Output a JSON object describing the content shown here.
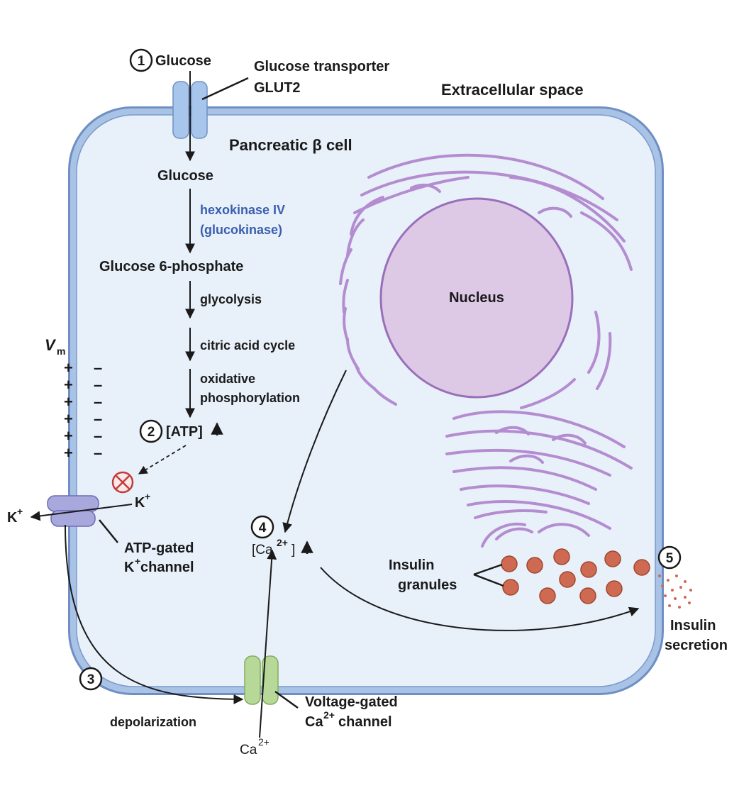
{
  "colors": {
    "cell_fill": "#e8f0fa",
    "membrane": "#9bb8df",
    "membrane_edge": "#6f8fc4",
    "nucleus_fill": "#ddc8e6",
    "nucleus_edge": "#9a6fba",
    "er": "#b48cd0",
    "granule": "#cf6a52",
    "granule_edge": "#a2452f",
    "k_channel": "#a9a8dc",
    "ca_channel": "#b8d89a",
    "glut2": "#a8c6ec",
    "enzyme_text": "#3a5fb0",
    "inhibit": "#c43a3a"
  },
  "regions": {
    "extracellular": "Extracellular space",
    "cell": "Pancreatic β cell",
    "nucleus": "Nucleus"
  },
  "pathway": {
    "glucose_outside": "Glucose",
    "transporter_line1": "Glucose transporter",
    "transporter_line2": "GLUT2",
    "glucose_inside": "Glucose",
    "enzyme_line1": "hexokinase IV",
    "enzyme_line2": "(glucokinase)",
    "g6p": "Glucose 6-phosphate",
    "step_glycolysis": "glycolysis",
    "step_citric": "citric acid cycle",
    "step_oxphos_line1": "oxidative",
    "step_oxphos_line2": "phosphorylation",
    "atp": "[ATP]"
  },
  "membrane_potential": {
    "label": "V",
    "subscript": "m",
    "plus": "+",
    "minus": "–"
  },
  "k_channel": {
    "k_in": "K",
    "k_out": "K",
    "ion_charge": "+",
    "label_line1": "ATP-gated",
    "label_line2_prefix": "K",
    "label_line2_suffix": " channel"
  },
  "calcium": {
    "ca_conc_prefix": "[Ca",
    "ca_conc_charge": "2+",
    "ca_conc_suffix": "]",
    "ca_outside": "Ca",
    "ca_outside_charge": "2+",
    "channel_line1": "Voltage-gated",
    "channel_line2_prefix": "Ca",
    "channel_line2_charge": "2+",
    "channel_line2_suffix": " channel",
    "depolarization": "depolarization"
  },
  "insulin": {
    "granules_line1": "Insulin",
    "granules_line2": "granules",
    "secretion_line1": "Insulin",
    "secretion_line2": "secretion"
  },
  "steps": [
    "1",
    "2",
    "3",
    "4",
    "5"
  ]
}
